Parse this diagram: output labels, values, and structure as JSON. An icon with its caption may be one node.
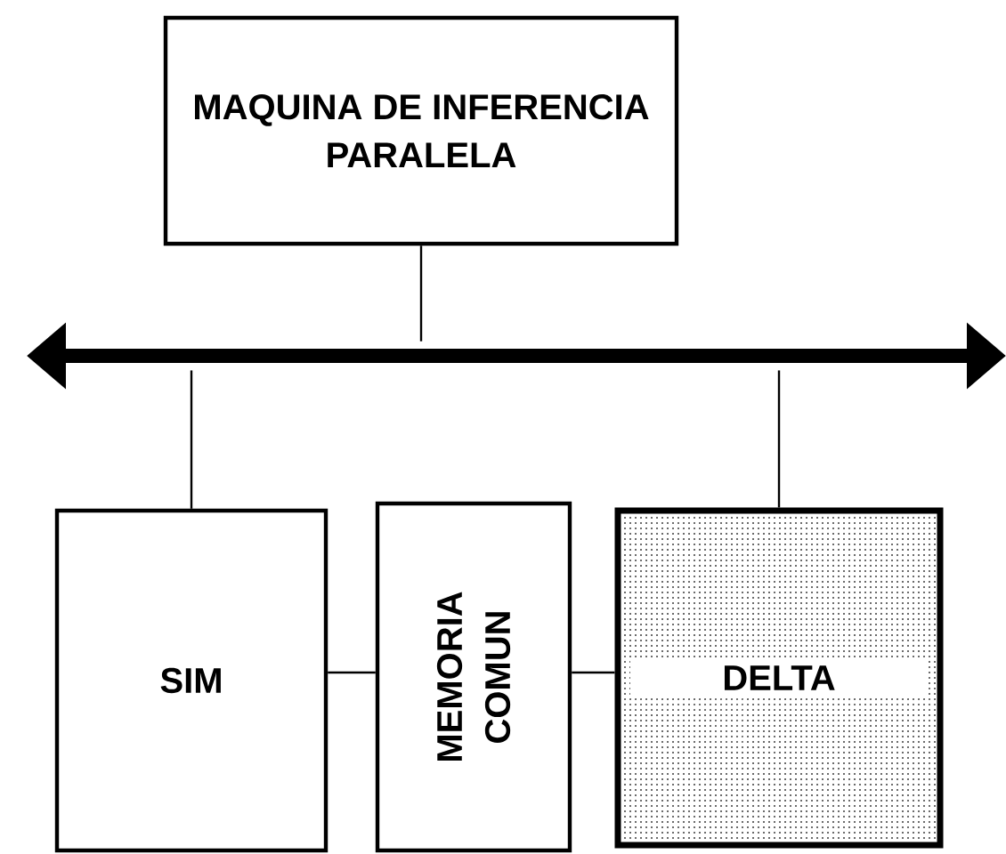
{
  "diagram": {
    "nodes": [
      {
        "text": [
          "MAQUINA DE INFERENCIA PARALELA"
        ]
      },
      {
        "text": [],
        "shape": "bar"
      },
      {
        "text": [
          "SIM"
        ]
      },
      {
        "text": [
          "MEMORIA COMUN"
        ]
      },
      {
        "text": [
          "DELTA"
        ]
      }
    ],
    "edges": [
      {
        "from": 0,
        "to": 1,
        "arrow": "none"
      },
      {
        "from": 1,
        "to": 2,
        "arrow": "none"
      },
      {
        "from": 1,
        "to": 4,
        "arrow": "none"
      },
      {
        "from": 2,
        "to": 3,
        "arrow": "none"
      },
      {
        "from": 3,
        "to": 4,
        "arrow": "none"
      }
    ]
  }
}
